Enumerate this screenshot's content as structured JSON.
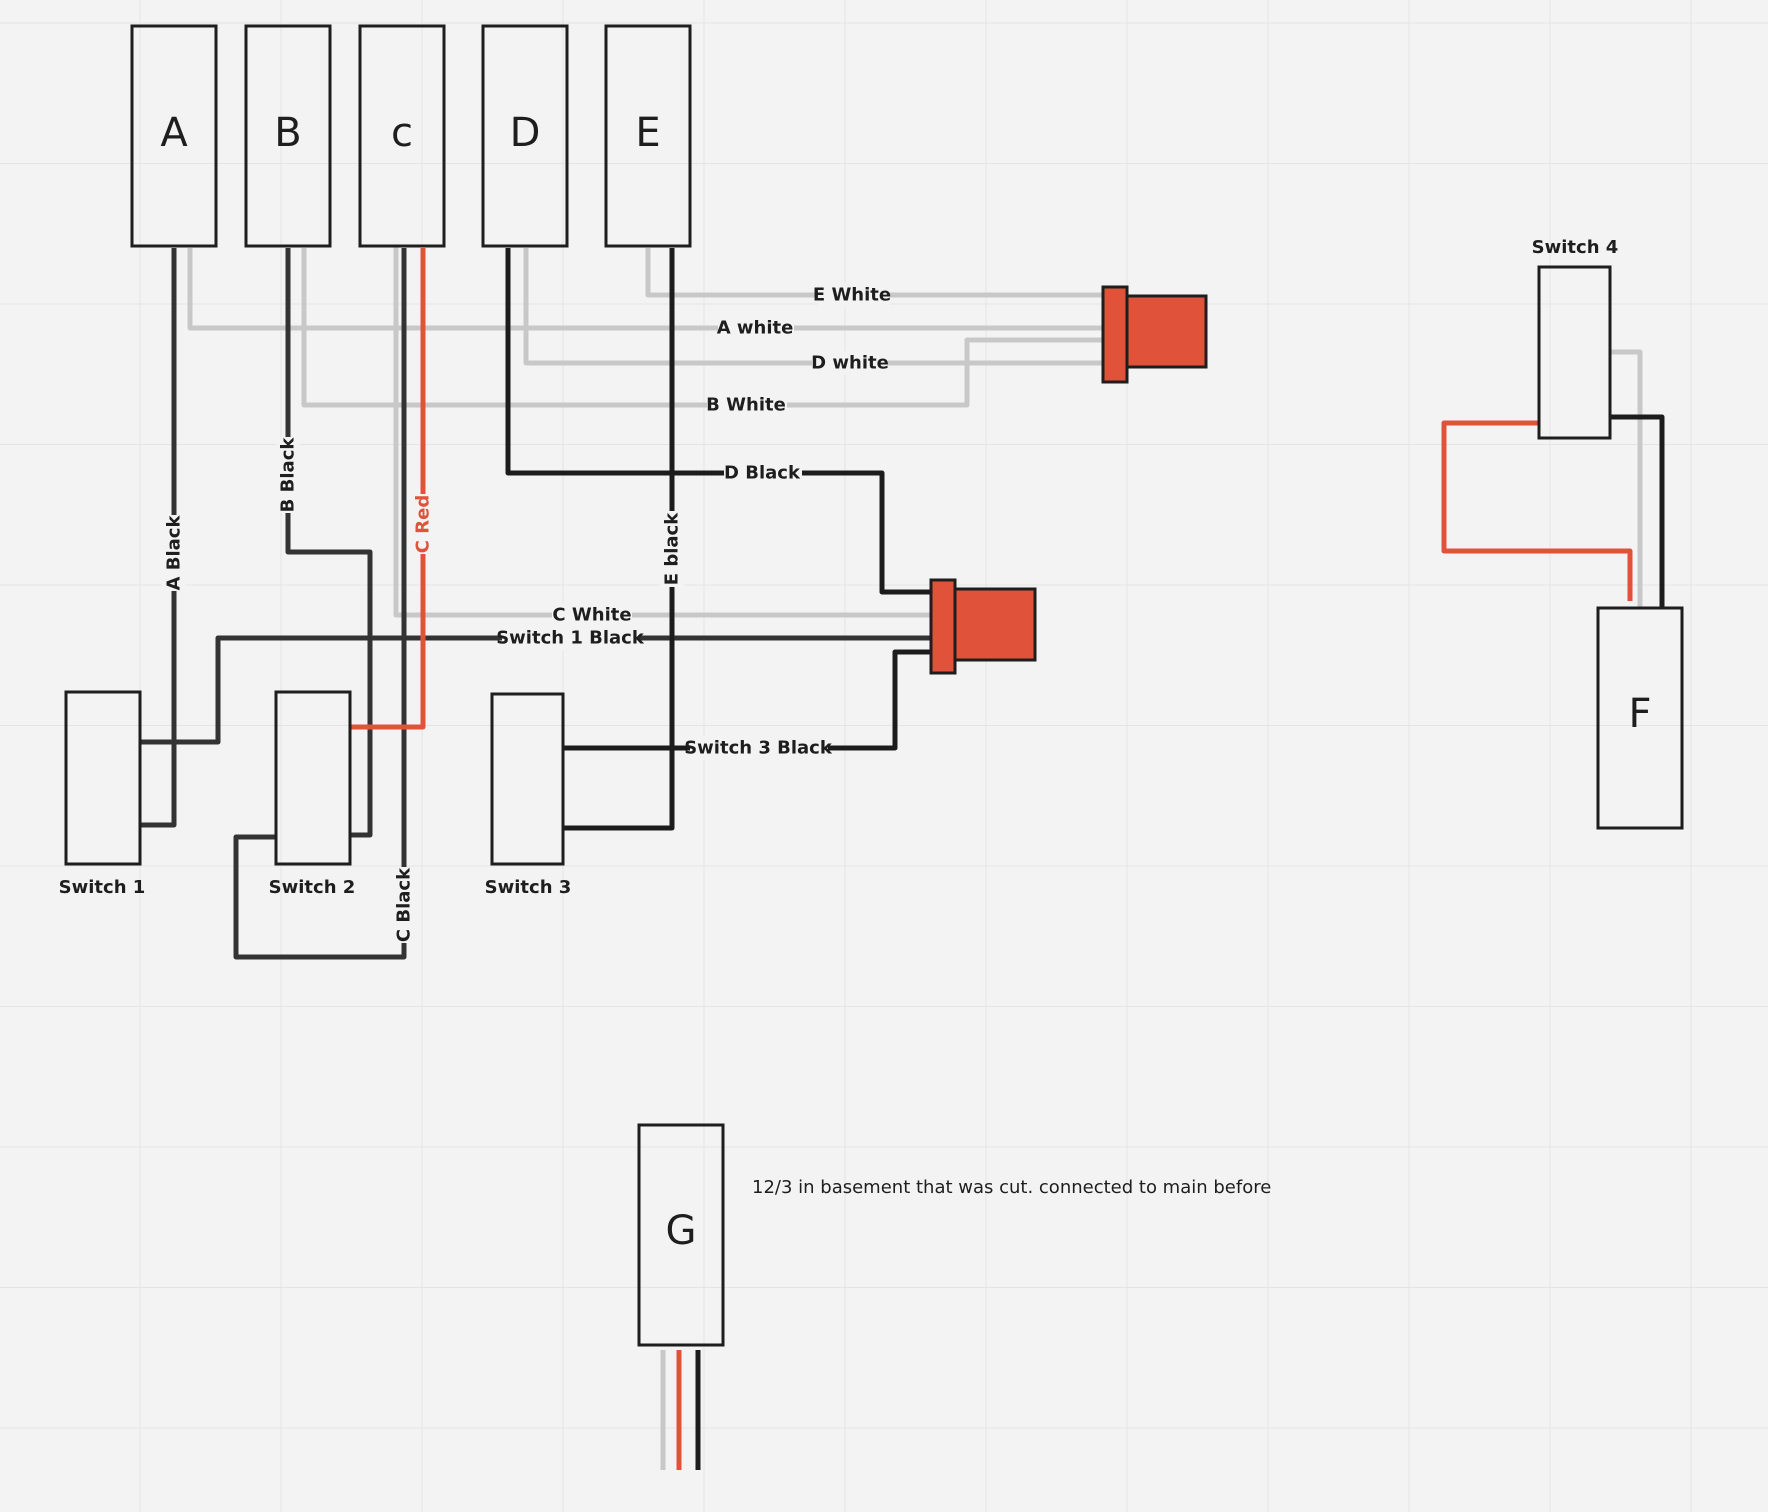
{
  "boxes": {
    "a": "A",
    "b": "B",
    "c": "c",
    "d": "D",
    "e": "E",
    "f": "F",
    "g": "G"
  },
  "switches": {
    "switch_1": "Switch 1",
    "switch_2": "Switch 2",
    "switch_3": "Switch 3",
    "switch_4": "Switch 4"
  },
  "wires": {
    "e_white": "E White",
    "a_white": "A white",
    "d_white": "D white",
    "b_white": "B White",
    "d_black": "D Black",
    "c_white": "C White",
    "switch_1_black": "Switch 1 Black",
    "switch_3_black": "Switch 3 Black",
    "a_black": "A Black",
    "b_black": "B Black",
    "c_red": "C Red",
    "e_black": "E black",
    "c_black": "C Black"
  },
  "note": "12/3 in basement that was cut. connected to main before",
  "colors": {
    "background": "#f3f3f3",
    "grid": "#e4e4e4",
    "white_wire": "#c8c8c8",
    "black_wire": "#333333",
    "red_wire": "#e0533a",
    "wire_nut": "#e0533a"
  }
}
